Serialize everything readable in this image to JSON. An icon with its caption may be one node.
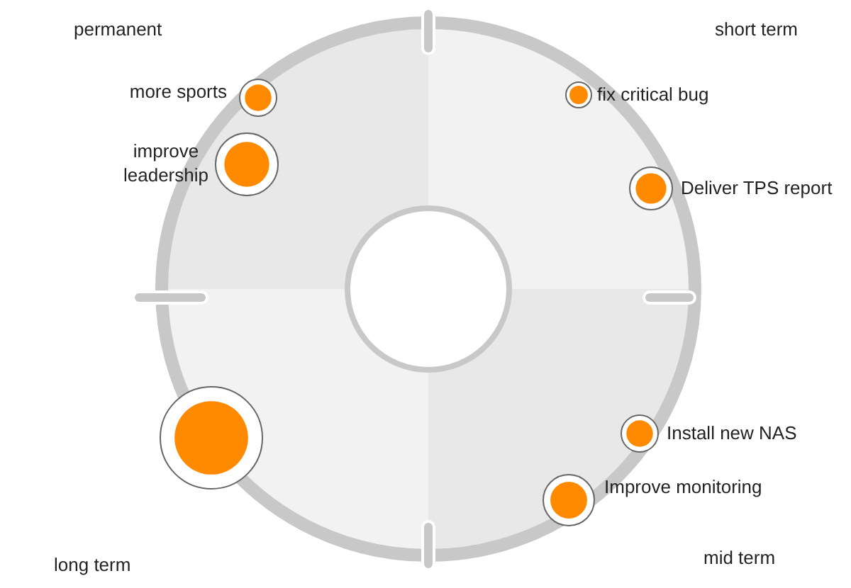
{
  "diagram": {
    "nodes": [
      {
        "text": [
          "more sports"
        ]
      },
      {
        "text": [
          "improve leadership"
        ]
      },
      {
        "text": [
          "fix critical bug"
        ]
      },
      {
        "text": [
          "Deliver TPS report"
        ]
      },
      {
        "text": [
          "Install new NAS"
        ]
      },
      {
        "text": [
          "Improve monitoring"
        ]
      },
      {
        "text": [],
        "shape": "circle"
      }
    ],
    "edges": [],
    "labels": [
      "permanent",
      "short term",
      "long term",
      "mid term"
    ]
  }
}
